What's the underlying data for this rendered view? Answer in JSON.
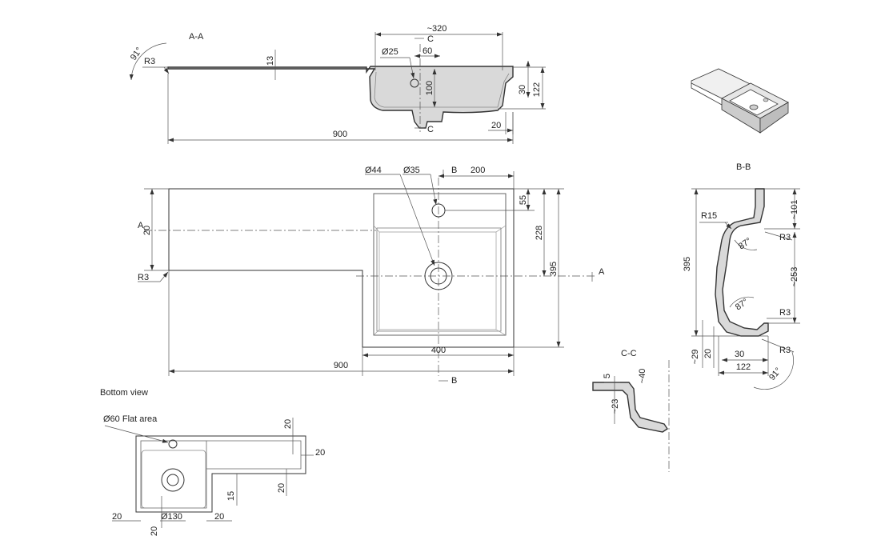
{
  "views": {
    "section_aa": {
      "title": "A-A",
      "dims": [
        "~320",
        "C",
        "60",
        "Ø25",
        "13",
        "100",
        "30",
        "122",
        "20",
        "C",
        "900",
        "91°",
        "R3"
      ]
    },
    "top_view": {
      "dims": [
        "Ø44",
        "Ø35",
        "B",
        "200",
        "55",
        "228",
        "395",
        "20",
        "A",
        "R3",
        "A",
        "400",
        "900",
        "B"
      ]
    },
    "section_bb": {
      "title": "B-B",
      "dims": [
        "~101",
        "R15",
        "87°",
        "R3",
        "395",
        "~253",
        "87°",
        "R3",
        "~29",
        "20",
        "30",
        "R3",
        "122",
        "91°"
      ]
    },
    "section_cc": {
      "title": "C-C",
      "dims": [
        "5",
        "~40",
        "~23"
      ]
    },
    "bottom_view": {
      "title": "Bottom view",
      "callout": "Ø60 Flat area",
      "dims": [
        "20",
        "20",
        "20",
        "15",
        "20",
        "Ø130",
        "20",
        "20"
      ]
    }
  }
}
